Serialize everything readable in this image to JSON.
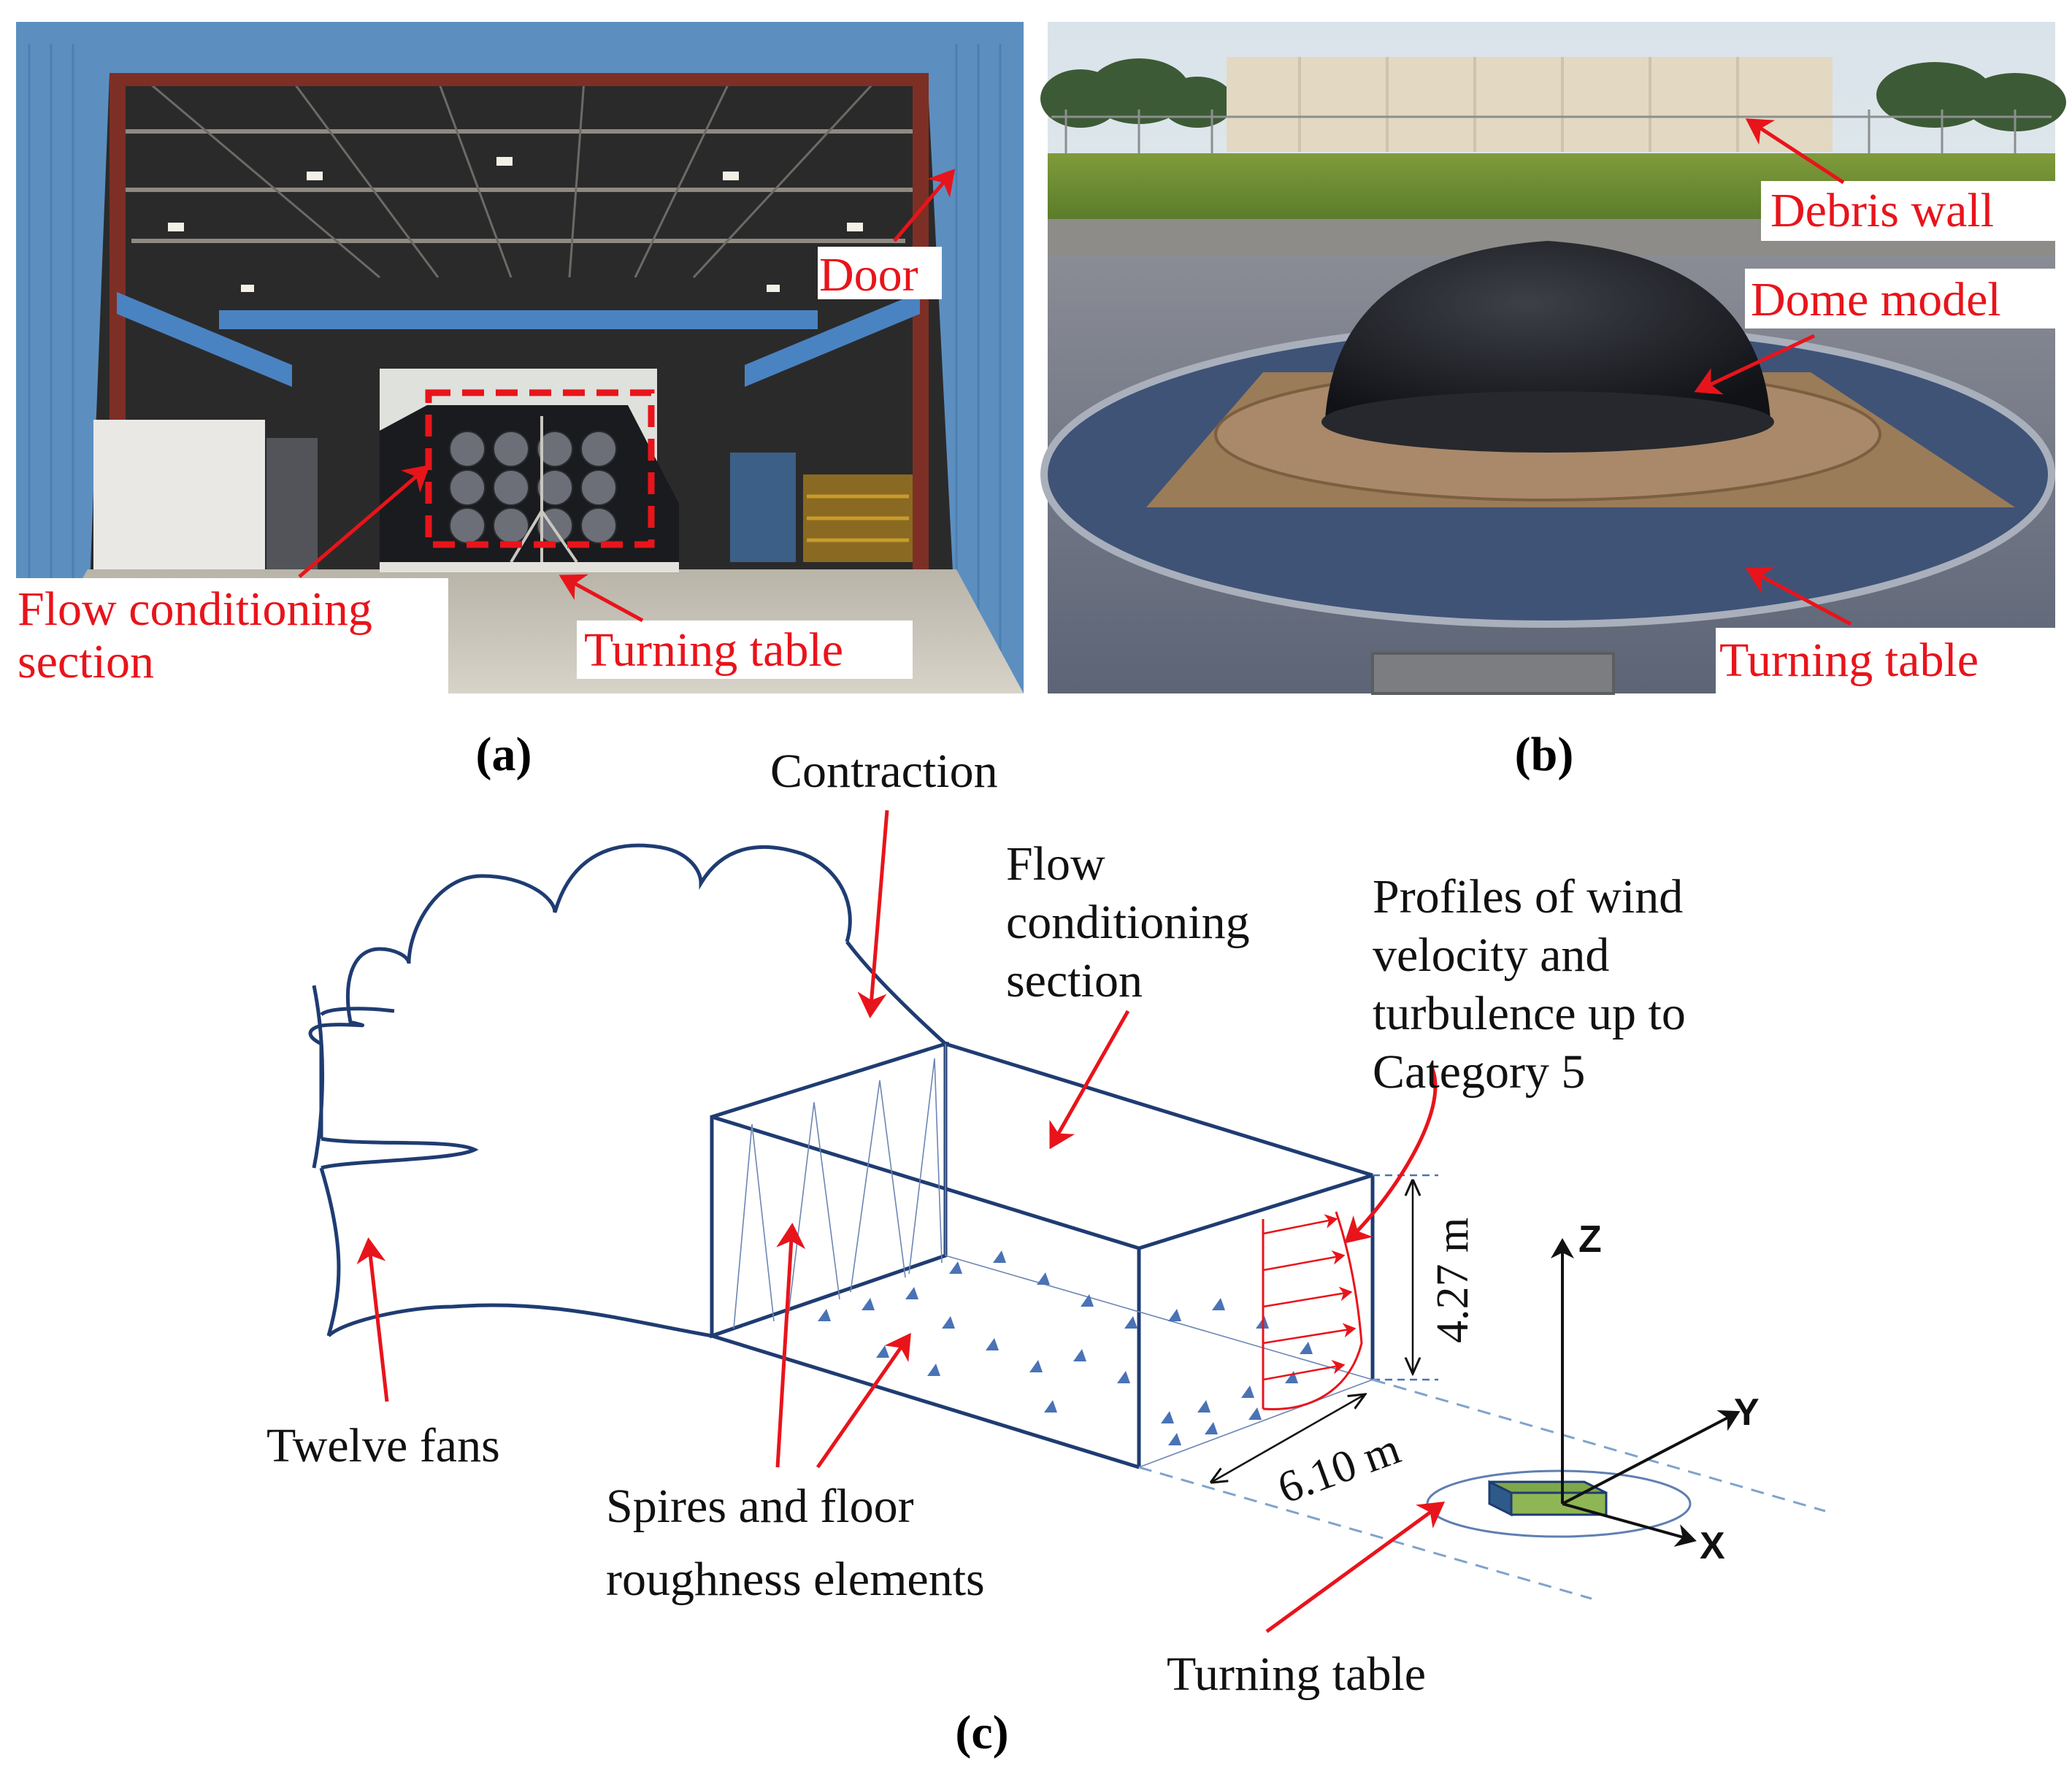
{
  "panels": {
    "a": {
      "caption": "(a)",
      "labels": {
        "door": "Door",
        "flow_line1": "Flow conditioning",
        "flow_line2": "section",
        "turning_table": "Turning table"
      }
    },
    "b": {
      "caption": "(b)",
      "labels": {
        "debris_wall": "Debris wall",
        "dome_model": "Dome model",
        "turning_table": "Turning table"
      }
    },
    "c": {
      "caption": "(c)",
      "labels": {
        "contraction": "Contraction",
        "flow_line1": "Flow",
        "flow_line2": "conditioning",
        "flow_line3": "section",
        "profiles_line1": "Profiles of wind",
        "profiles_line2": "velocity and",
        "profiles_line3": "turbulence up to",
        "profiles_line4": "Category 5",
        "twelve_fans": "Twelve fans",
        "spires_line1": "Spires and floor",
        "spires_line2": "roughness elements",
        "turning_table": "Turning table",
        "height_dim": "4.27 m",
        "width_dim": "6.10 m",
        "axis_x": "X",
        "axis_y": "Y",
        "axis_z": "Z"
      }
    }
  },
  "colors": {
    "annotation_red": "#e8141b",
    "tunnel_blue": "#1f3c72",
    "roughness_blue": "#4a72b5"
  }
}
